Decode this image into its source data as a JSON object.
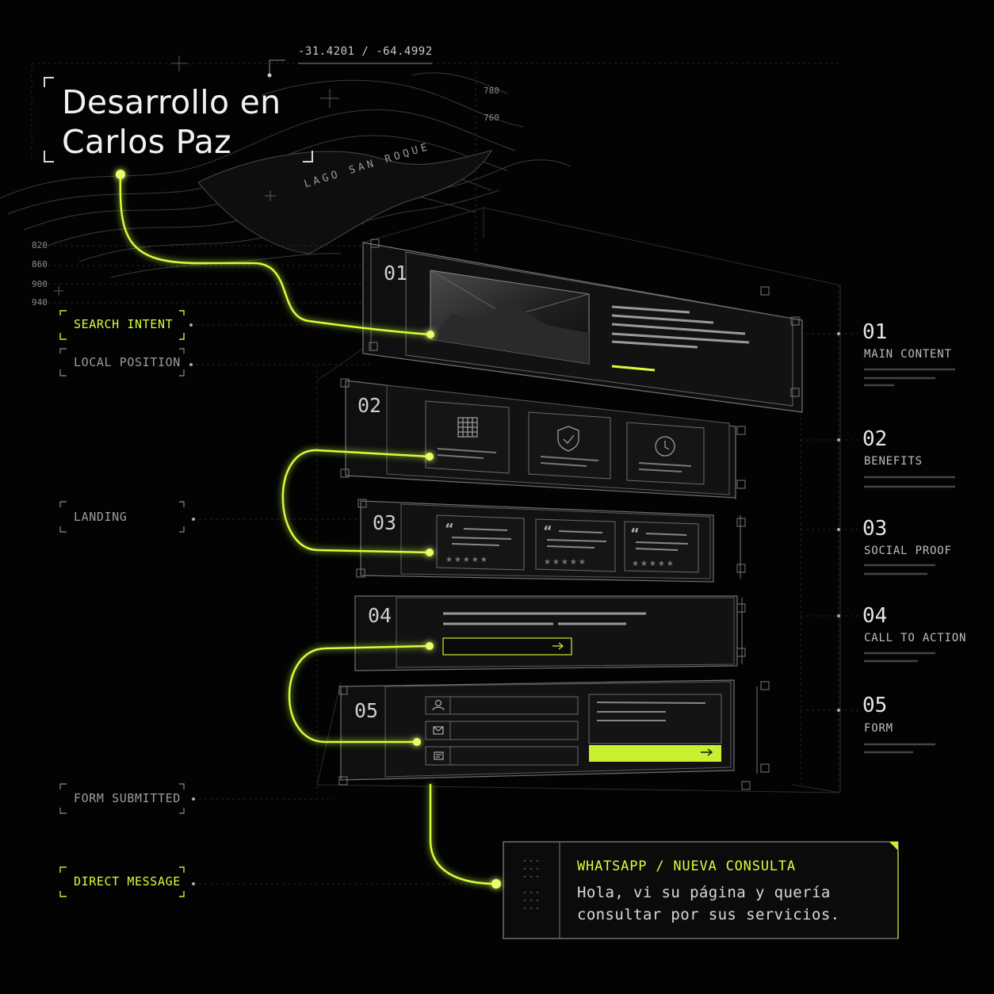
{
  "title": {
    "line1": "Desarrollo en",
    "line2": "Carlos Paz"
  },
  "coordinates": "-31.4201 / -64.4992",
  "map": {
    "lake_label": "LAGO SAN ROQUE",
    "contours_top": [
      "780",
      "760"
    ],
    "contours_left": [
      "820",
      "860",
      "900",
      "940"
    ]
  },
  "left_tags": {
    "search_intent": "SEARCH INTENT",
    "local_position": "LOCAL POSITION",
    "landing": "LANDING",
    "form_submitted": "FORM SUBMITTED",
    "direct_message": "DIRECT MESSAGE"
  },
  "stack_numbers": [
    "01",
    "02",
    "03",
    "04",
    "05"
  ],
  "sections": [
    {
      "num": "01",
      "label": "MAIN CONTENT"
    },
    {
      "num": "02",
      "label": "BENEFITS"
    },
    {
      "num": "03",
      "label": "SOCIAL PROOF"
    },
    {
      "num": "04",
      "label": "CALL TO ACTION"
    },
    {
      "num": "05",
      "label": "FORM"
    }
  ],
  "message": {
    "header": "WHATSAPP / NUEVA CONSULTA",
    "body": "Hola, vi su página y quería consultar por sus servicios."
  },
  "review_stars": "★★★★★",
  "colors": {
    "accent": "#d4ff3a",
    "background": "#030303",
    "line": "#9a9a9a"
  }
}
